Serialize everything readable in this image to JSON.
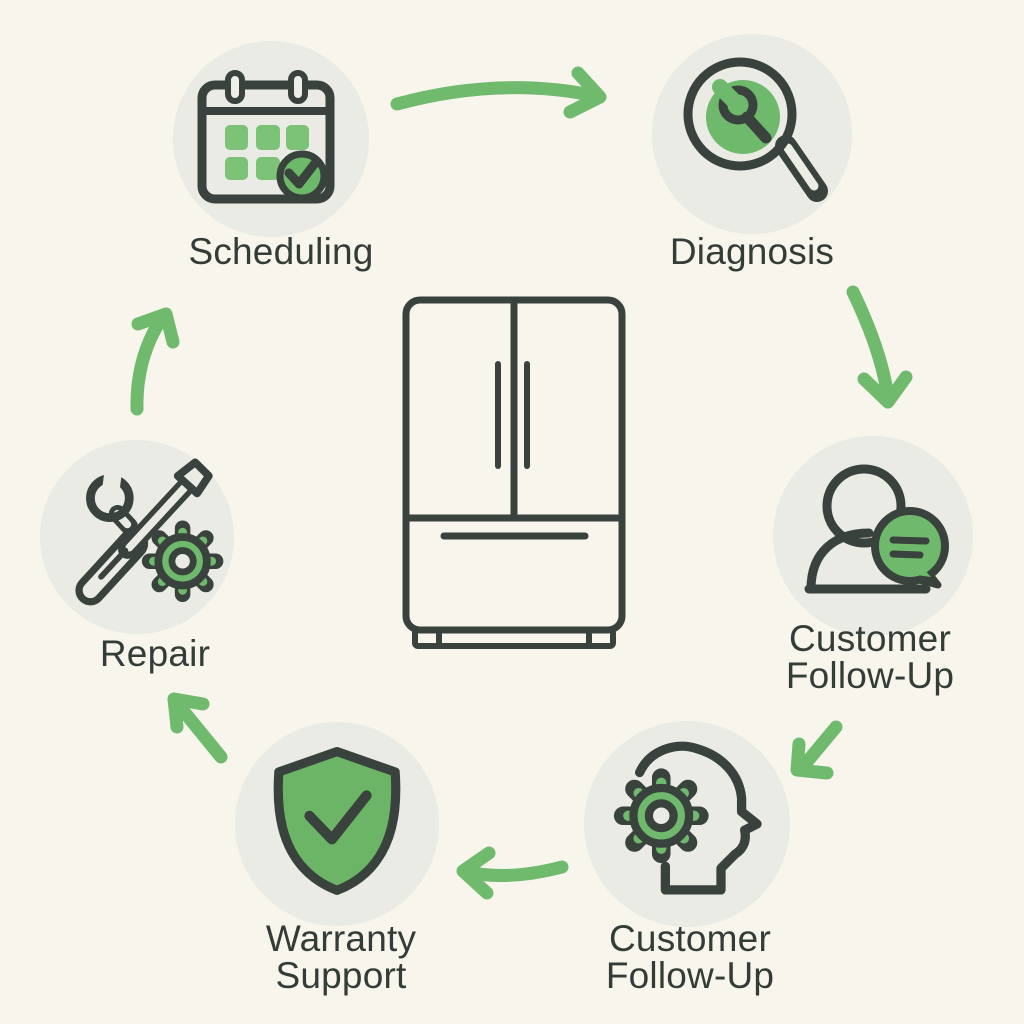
{
  "diagram": {
    "type": "cycle",
    "subject": "appliance-service-process",
    "steps": [
      {
        "id": "scheduling",
        "label": "Scheduling",
        "icon": "calendar-check-icon"
      },
      {
        "id": "diagnosis",
        "label": "Diagnosis",
        "icon": "magnifier-wrench-icon"
      },
      {
        "id": "customer-follow-up-1",
        "label": "Customer Follow-Up",
        "icon": "person-chat-bubble-icon"
      },
      {
        "id": "customer-follow-up-2",
        "label": "Customer Follow-Up",
        "icon": "head-gear-icon"
      },
      {
        "id": "warranty-support",
        "label": "Warranty Support",
        "icon": "shield-check-icon"
      },
      {
        "id": "repair",
        "label": "Repair",
        "icon": "wrench-screwdriver-gear-icon"
      }
    ],
    "center": {
      "icon": "refrigerator-icon"
    },
    "arrows": [
      {
        "from": "Scheduling",
        "to": "Diagnosis"
      },
      {
        "from": "Diagnosis",
        "to": "Customer Follow-Up"
      },
      {
        "from": "Customer Follow-Up",
        "to": "Customer Follow-Up"
      },
      {
        "from": "Customer Follow-Up",
        "to": "Warranty Support"
      },
      {
        "from": "Warranty Support",
        "to": "Repair"
      },
      {
        "from": "Repair",
        "to": "Scheduling"
      }
    ],
    "colors": {
      "background": "#f7f5ec",
      "node_circle": "#e9ebe4",
      "accent_green": "#6fb96c",
      "light_green": "#7cc378",
      "outline_dark": "#39423c",
      "text": "#333c36"
    }
  }
}
